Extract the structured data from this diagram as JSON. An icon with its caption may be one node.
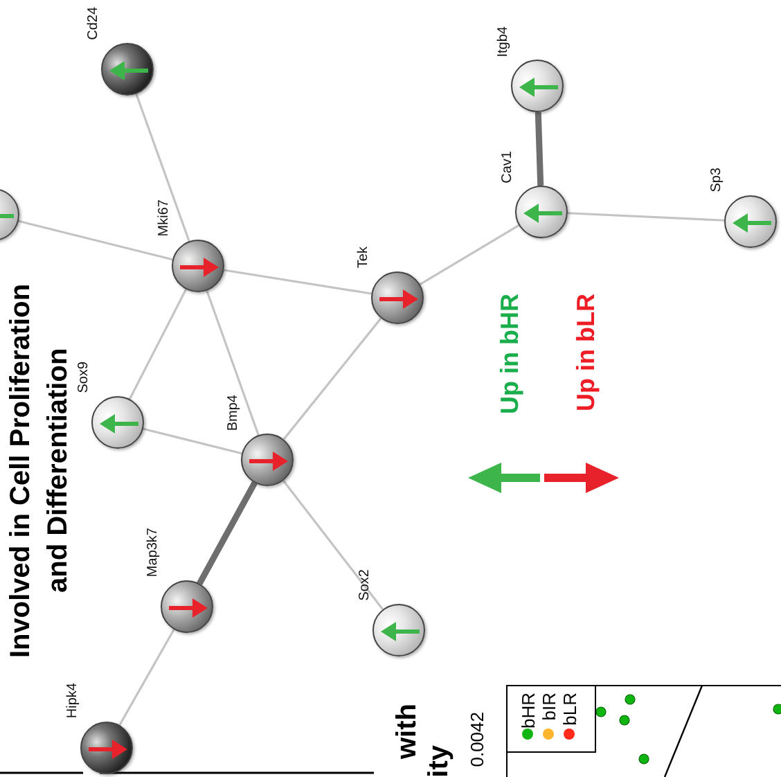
{
  "diagram": {
    "title": "Involved in Cell Proliferation and Differentiation",
    "nodes": [
      {
        "text": [],
        "shape": "circle"
      },
      {
        "text": [
          "Cd24"
        ]
      },
      {
        "text": [
          "Mki67"
        ]
      },
      {
        "text": [
          "Tek"
        ]
      },
      {
        "text": [
          "Itgb4"
        ]
      },
      {
        "text": [
          "Cav1"
        ]
      },
      {
        "text": [
          "Sp3"
        ]
      },
      {
        "text": [
          "Sox9"
        ]
      },
      {
        "text": [
          "Bmp4"
        ]
      },
      {
        "text": [
          "Map3k7"
        ]
      },
      {
        "text": [
          "Sox2"
        ]
      },
      {
        "text": [
          "Hipk4"
        ]
      }
    ],
    "edges": [
      {
        "from": 0,
        "to": 2,
        "arrow": "none"
      },
      {
        "from": 1,
        "to": 2,
        "arrow": "none"
      },
      {
        "from": 2,
        "to": 3,
        "arrow": "none"
      },
      {
        "from": 2,
        "to": 7,
        "arrow": "none"
      },
      {
        "from": 2,
        "to": 8,
        "arrow": "none"
      },
      {
        "from": 3,
        "to": 8,
        "arrow": "none"
      },
      {
        "from": 3,
        "to": 5,
        "arrow": "none"
      },
      {
        "from": 4,
        "to": 5,
        "arrow": "none",
        "style": "thick"
      },
      {
        "from": 5,
        "to": 6,
        "arrow": "none"
      },
      {
        "from": 7,
        "to": 8,
        "arrow": "none"
      },
      {
        "from": 8,
        "to": 9,
        "arrow": "none",
        "style": "thick"
      },
      {
        "from": 8,
        "to": 10,
        "arrow": "none"
      },
      {
        "from": 9,
        "to": 11,
        "arrow": "none"
      }
    ],
    "labels": [
      "with",
      "ity",
      "0.0042"
    ],
    "legend": [
      {
        "text": "Up in bHR"
      },
      {
        "text": "Up in bLR"
      },
      {
        "text": "bHR",
        "color": "#11b511"
      },
      {
        "text": "bIR",
        "color": "#ffb62e"
      },
      {
        "text": "bLR",
        "color": "#ff2a1a"
      }
    ]
  }
}
